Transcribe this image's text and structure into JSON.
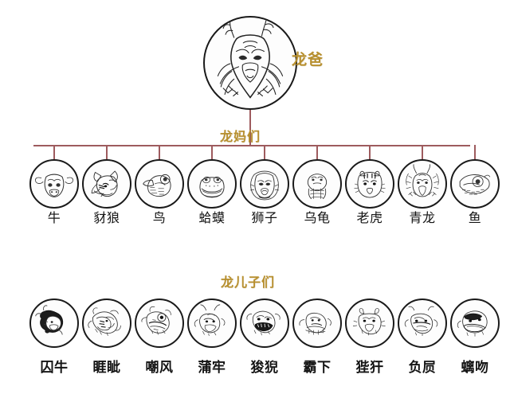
{
  "diagram": {
    "title_root": "龙爸",
    "tier_labels": {
      "mothers": "龙妈们",
      "sons": "龙儿子们"
    },
    "root": {
      "label": "龙爸",
      "icon": "dragon-head-icon"
    },
    "mothers": [
      {
        "label": "牛",
        "icon": "ox-head-icon"
      },
      {
        "label": "豺狼",
        "icon": "wolf-head-icon"
      },
      {
        "label": "鸟",
        "icon": "bird-head-icon"
      },
      {
        "label": "蛤蟆",
        "icon": "toad-head-icon"
      },
      {
        "label": "狮子",
        "icon": "lion-head-icon"
      },
      {
        "label": "乌龟",
        "icon": "turtle-head-icon"
      },
      {
        "label": "老虎",
        "icon": "tiger-head-icon"
      },
      {
        "label": "青龙",
        "icon": "azure-dragon-head-icon"
      },
      {
        "label": "鱼",
        "icon": "fish-head-icon"
      }
    ],
    "sons": [
      {
        "label": "囚牛",
        "icon": "qiuniu-head-icon"
      },
      {
        "label": "睚眦",
        "icon": "yazi-head-icon"
      },
      {
        "label": "嘲风",
        "icon": "chaofeng-head-icon"
      },
      {
        "label": "蒲牢",
        "icon": "pulao-head-icon"
      },
      {
        "label": "狻猊",
        "icon": "suanni-head-icon"
      },
      {
        "label": "霸下",
        "icon": "baxia-head-icon"
      },
      {
        "label": "狴犴",
        "icon": "bian-head-icon"
      },
      {
        "label": "负屃",
        "icon": "fuxi-head-icon"
      },
      {
        "label": "螭吻",
        "icon": "chiwen-head-icon"
      }
    ],
    "colors": {
      "line": "#9e5b5e",
      "tier_label": "#b8902f",
      "node_outline": "#1a1a1a",
      "background": "#ffffff",
      "node_label": "#141414"
    }
  }
}
